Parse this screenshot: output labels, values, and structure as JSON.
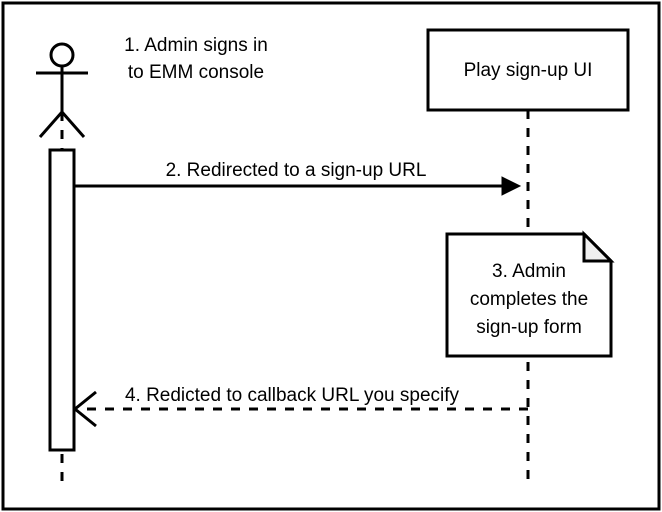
{
  "diagram": {
    "type": "uml-sequence-diagram",
    "frame": {
      "border_color": "#000000",
      "background_color": "#ffffff"
    },
    "participants": [
      {
        "id": "admin",
        "kind": "actor",
        "shape": "stick-figure",
        "label": "",
        "lifeline_style": "dashed",
        "has_activation_bar": true
      },
      {
        "id": "play",
        "kind": "object",
        "shape": "rectangle",
        "label": "Play sign-up UI",
        "lifeline_style": "dashed",
        "has_activation_bar": false
      }
    ],
    "annotations": [
      {
        "id": "step1",
        "lines": [
          "1. Admin signs in",
          "to EMM console"
        ],
        "attached_to": "admin"
      }
    ],
    "messages": [
      {
        "id": "step2",
        "label": "2. Redirected to a sign-up URL",
        "from": "admin",
        "to": "play",
        "direction": "right",
        "line_style": "solid",
        "arrowhead": "filled-triangle"
      },
      {
        "id": "step4",
        "label": "4. Redicted to callback URL you specify",
        "from": "play",
        "to": "admin",
        "direction": "left",
        "line_style": "dashed",
        "arrowhead": "open-v"
      }
    ],
    "notes": [
      {
        "id": "step3",
        "shape": "folded-corner-note",
        "lines": [
          "3. Admin",
          "completes the",
          "sign-up form"
        ],
        "attached_to": "play",
        "fill_color": "#ffffff",
        "fold_fill_color": "#f0f0f0",
        "border_color": "#000000"
      }
    ],
    "colors": {
      "stroke": "#000000",
      "fill": "#ffffff",
      "fold_fill": "#f0f0f0",
      "text": "#000000"
    }
  }
}
